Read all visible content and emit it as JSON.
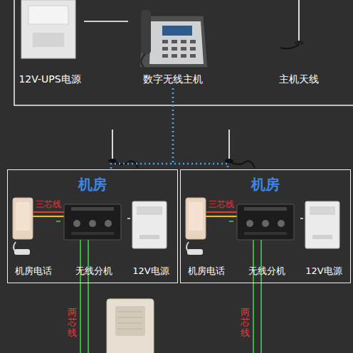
{
  "diagram": {
    "nodes": [
      {
        "text": [
          "12V-UPS电源"
        ]
      },
      {
        "text": [
          "数字无线主机"
        ]
      },
      {
        "text": [
          "主机天线"
        ]
      },
      {
        "text": [
          "机房"
        ]
      },
      {
        "text": [
          "机房电话"
        ],
        "in": 3
      },
      {
        "text": [
          "无线分机"
        ],
        "in": 3
      },
      {
        "text": [
          "12V电源"
        ],
        "in": 3
      },
      {
        "text": [
          "机房"
        ]
      },
      {
        "text": [
          "机房电话"
        ],
        "in": 7
      },
      {
        "text": [
          "无线分机"
        ],
        "in": 7
      },
      {
        "text": [
          "12V电源"
        ],
        "in": 7
      }
    ],
    "edges": [
      {
        "from": 0,
        "to": 1,
        "arrow": "none"
      },
      {
        "from": 1,
        "to": 3,
        "arrow": "none"
      },
      {
        "from": 1,
        "to": 7,
        "arrow": "none"
      },
      {
        "from": 4,
        "to": 5,
        "arrow": "none"
      },
      {
        "from": 5,
        "to": 6,
        "arrow": "none"
      },
      {
        "from": 8,
        "to": 9,
        "arrow": "none"
      },
      {
        "from": 9,
        "to": 10,
        "arrow": "none"
      }
    ],
    "labels": [
      "三芯线",
      "三芯线",
      "两芯线",
      "两芯线"
    ]
  }
}
